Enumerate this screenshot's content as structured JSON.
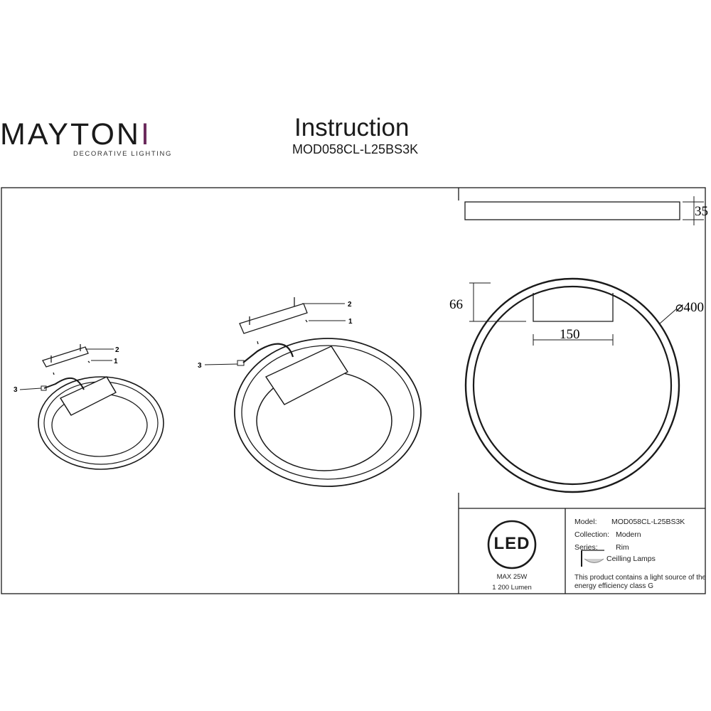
{
  "header": {
    "brand_parts": [
      "MAYTON",
      "I"
    ],
    "tagline": "DECORATIVE LIGHTING",
    "title": "Instruction",
    "model_code": "MOD058CL-L25BS3K"
  },
  "assembly": {
    "small_view": {
      "callout_1": "1",
      "callout_2": "2",
      "callout_3": "3"
    },
    "large_view": {
      "callout_1": "1",
      "callout_2": "2",
      "callout_3": "3"
    }
  },
  "dimensions": {
    "height": "35",
    "box_depth": "66",
    "box_width": "150",
    "diameter": "⌀400"
  },
  "spec": {
    "badge": "LED",
    "power": "MAX 25W",
    "lumen": "1 200 Lumen",
    "model_label": "Model:",
    "model_value": "MOD058CL-L25BS3K",
    "collection_label": "Collection:",
    "collection_value": "Modern",
    "series_label": "Series:",
    "series_value": "Rim",
    "type_value": "Ceilling Lamps",
    "energy_note_line1": "This product contains a light source of the",
    "energy_note_line2": "energy efficiency class G"
  },
  "colors": {
    "ink": "#1a1a1a",
    "brand_accent": "#6b2a5c"
  }
}
